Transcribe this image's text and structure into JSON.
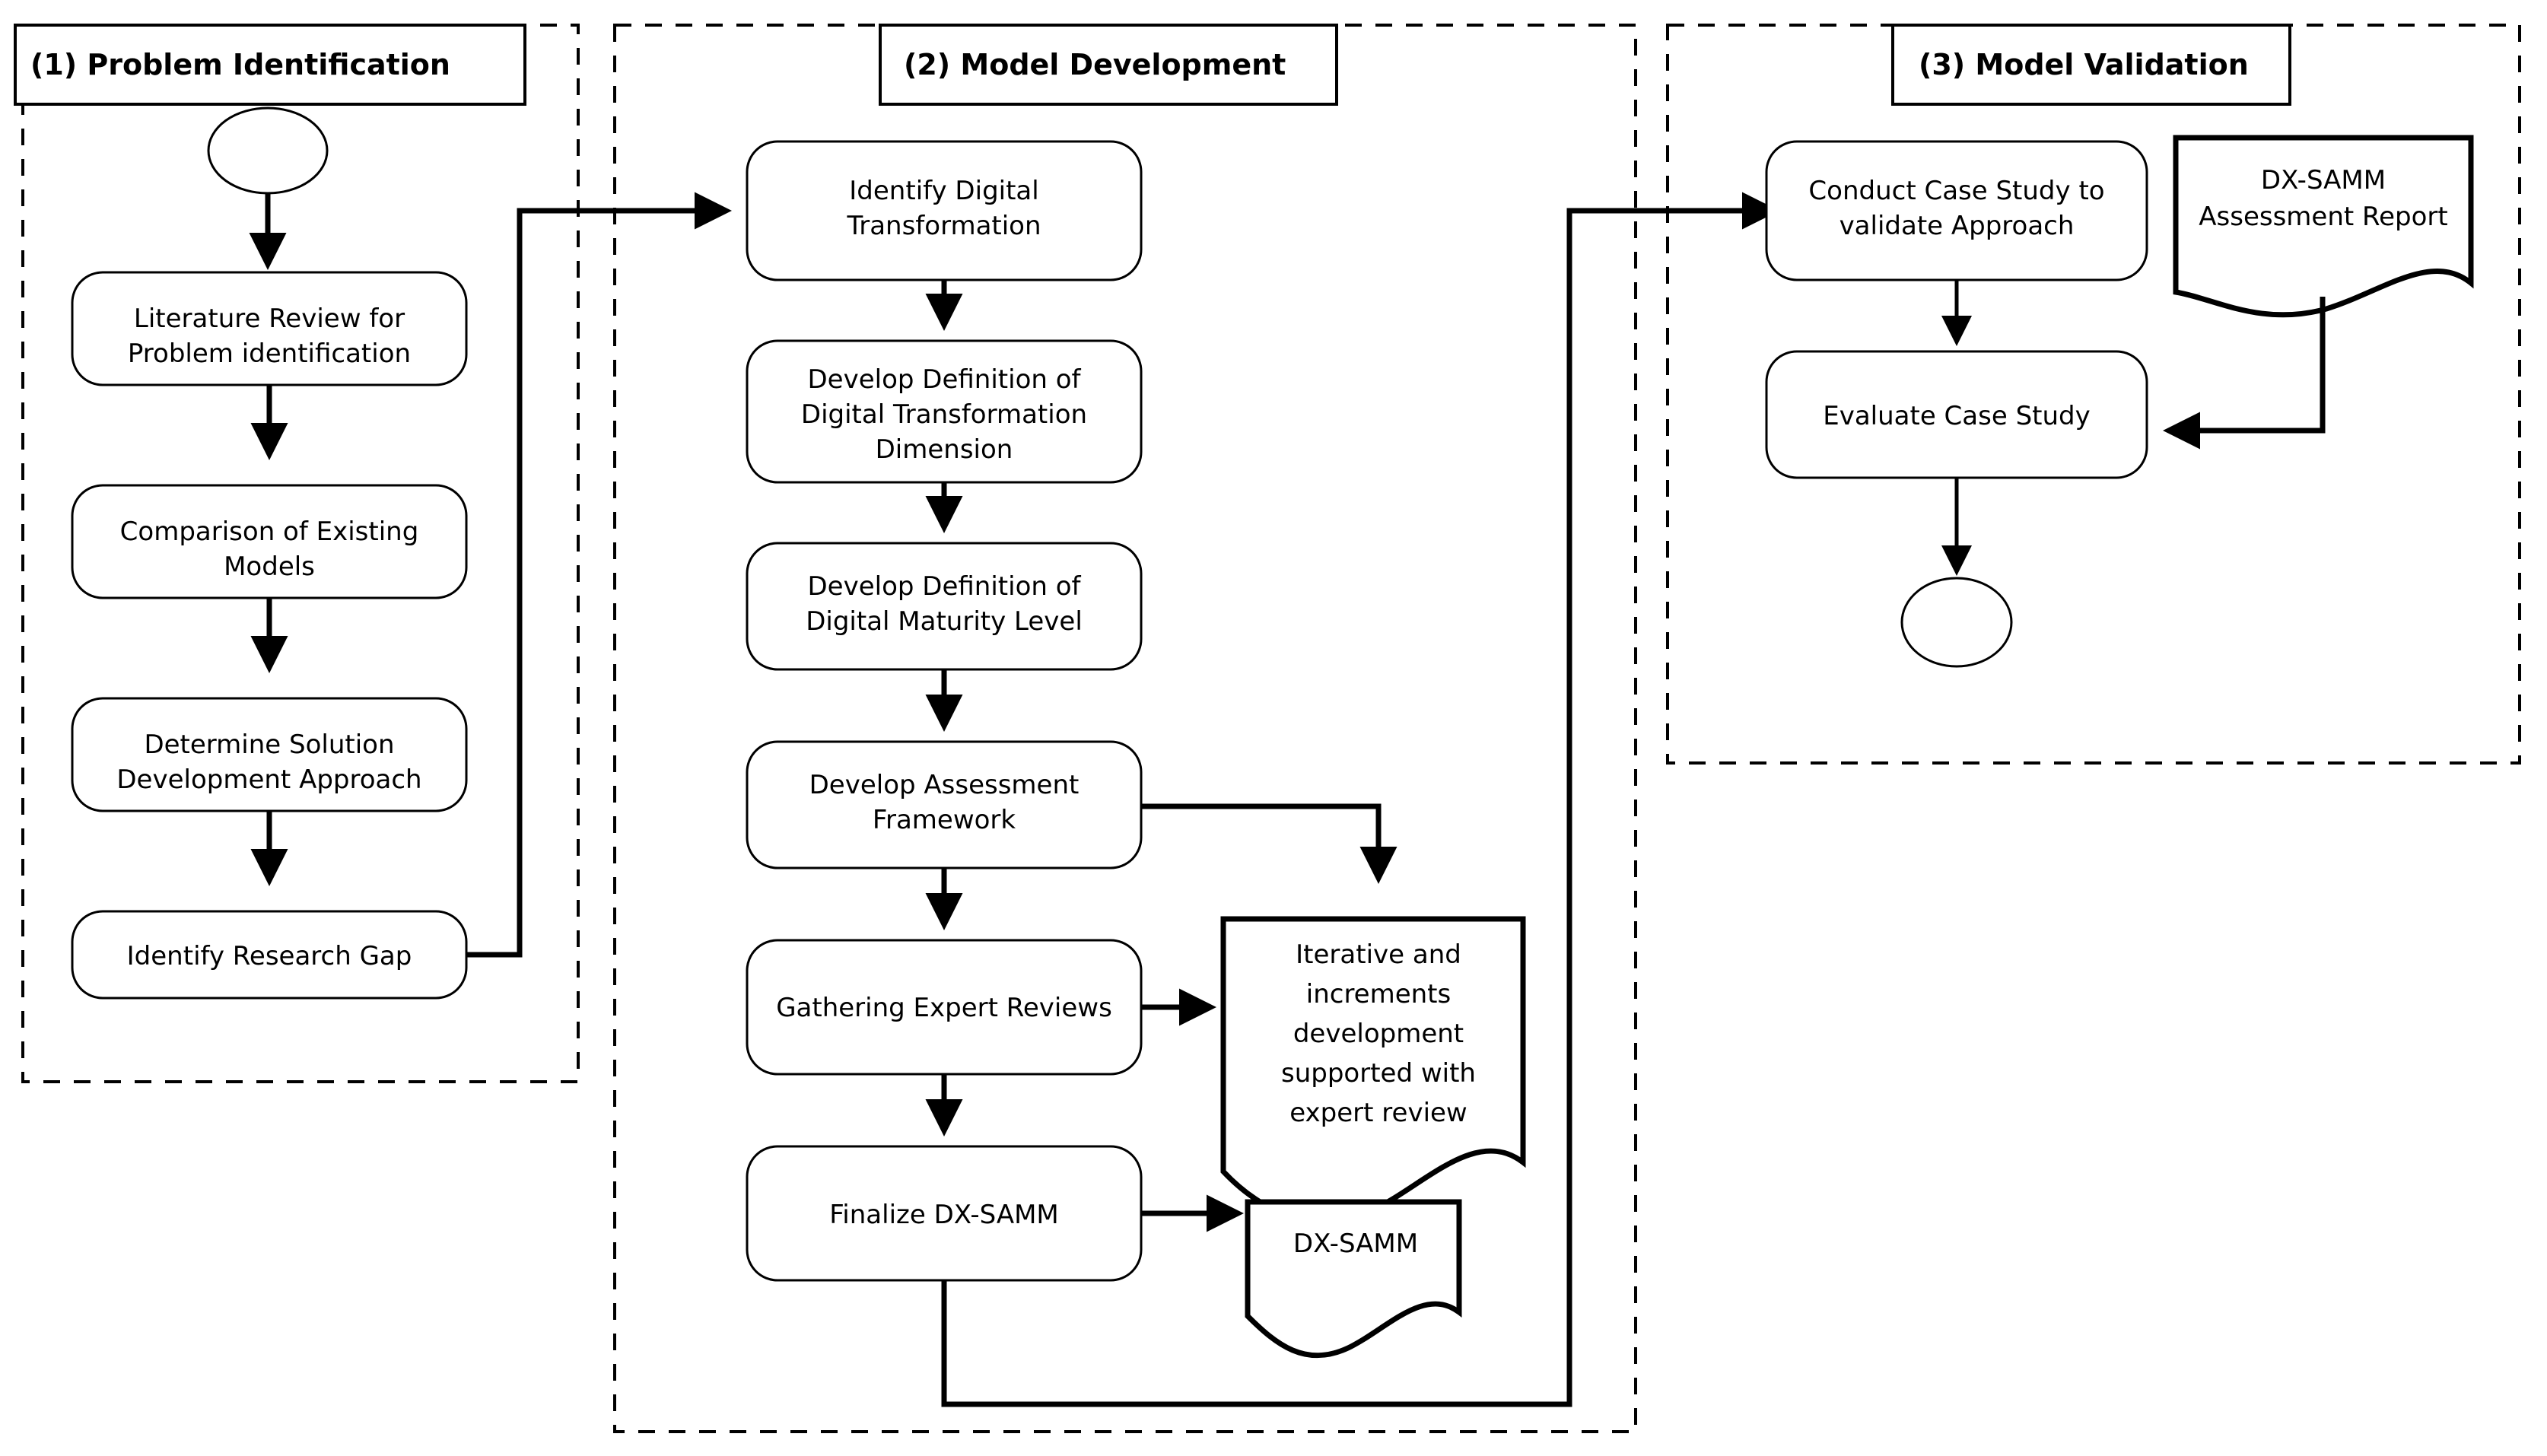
{
  "diagram": {
    "title_boxes": [
      {
        "id": "stage1",
        "label": "(1) Problem Identification"
      },
      {
        "id": "stage2",
        "label": "(2) Model Development"
      },
      {
        "id": "stage3",
        "label": "(3) Model Validation"
      }
    ],
    "stage1": {
      "start_node": "",
      "steps": [
        {
          "id": "literature-review",
          "lines": [
            "Literature Review for",
            "Problem identification"
          ]
        },
        {
          "id": "comparison-models",
          "lines": [
            "Comparison of Existing",
            "Models"
          ]
        },
        {
          "id": "determine-solution",
          "lines": [
            "Determine Solution",
            "Development Approach"
          ]
        },
        {
          "id": "identify-research-gap",
          "lines": [
            "Identify Research Gap"
          ]
        }
      ]
    },
    "stage2": {
      "steps": [
        {
          "id": "identify-digital-transformation",
          "lines": [
            "Identify Digital",
            "Transformation"
          ]
        },
        {
          "id": "develop-dt-dimension",
          "lines": [
            "Develop Definition of",
            "Digital Transformation",
            "Dimension"
          ]
        },
        {
          "id": "develop-maturity-level",
          "lines": [
            "Develop Definition of",
            "Digital Maturity Level"
          ]
        },
        {
          "id": "develop-assessment-framework",
          "lines": [
            "Develop Assessment",
            "Framework"
          ]
        },
        {
          "id": "gathering-expert-reviews",
          "lines": [
            "Gathering Expert Reviews"
          ]
        },
        {
          "id": "finalize-dx-samm",
          "lines": [
            "Finalize DX-SAMM"
          ]
        }
      ],
      "documents": [
        {
          "id": "iterative-increments-doc",
          "lines": [
            "Iterative and",
            "increments",
            "development",
            "supported with",
            "expert review"
          ]
        },
        {
          "id": "dx-samm-doc",
          "lines": [
            "DX-SAMM"
          ]
        }
      ]
    },
    "stage3": {
      "steps": [
        {
          "id": "conduct-case-study",
          "lines": [
            "Conduct Case Study to",
            "validate Approach"
          ]
        },
        {
          "id": "evaluate-case-study",
          "lines": [
            "Evaluate Case Study"
          ]
        }
      ],
      "documents": [
        {
          "id": "dx-samm-assessment-report-doc",
          "lines": [
            "DX-SAMM",
            "Assessment Report"
          ]
        }
      ],
      "end_node": ""
    },
    "colors": {
      "stroke": "#000000",
      "fill": "#ffffff",
      "text": "#000000"
    }
  }
}
